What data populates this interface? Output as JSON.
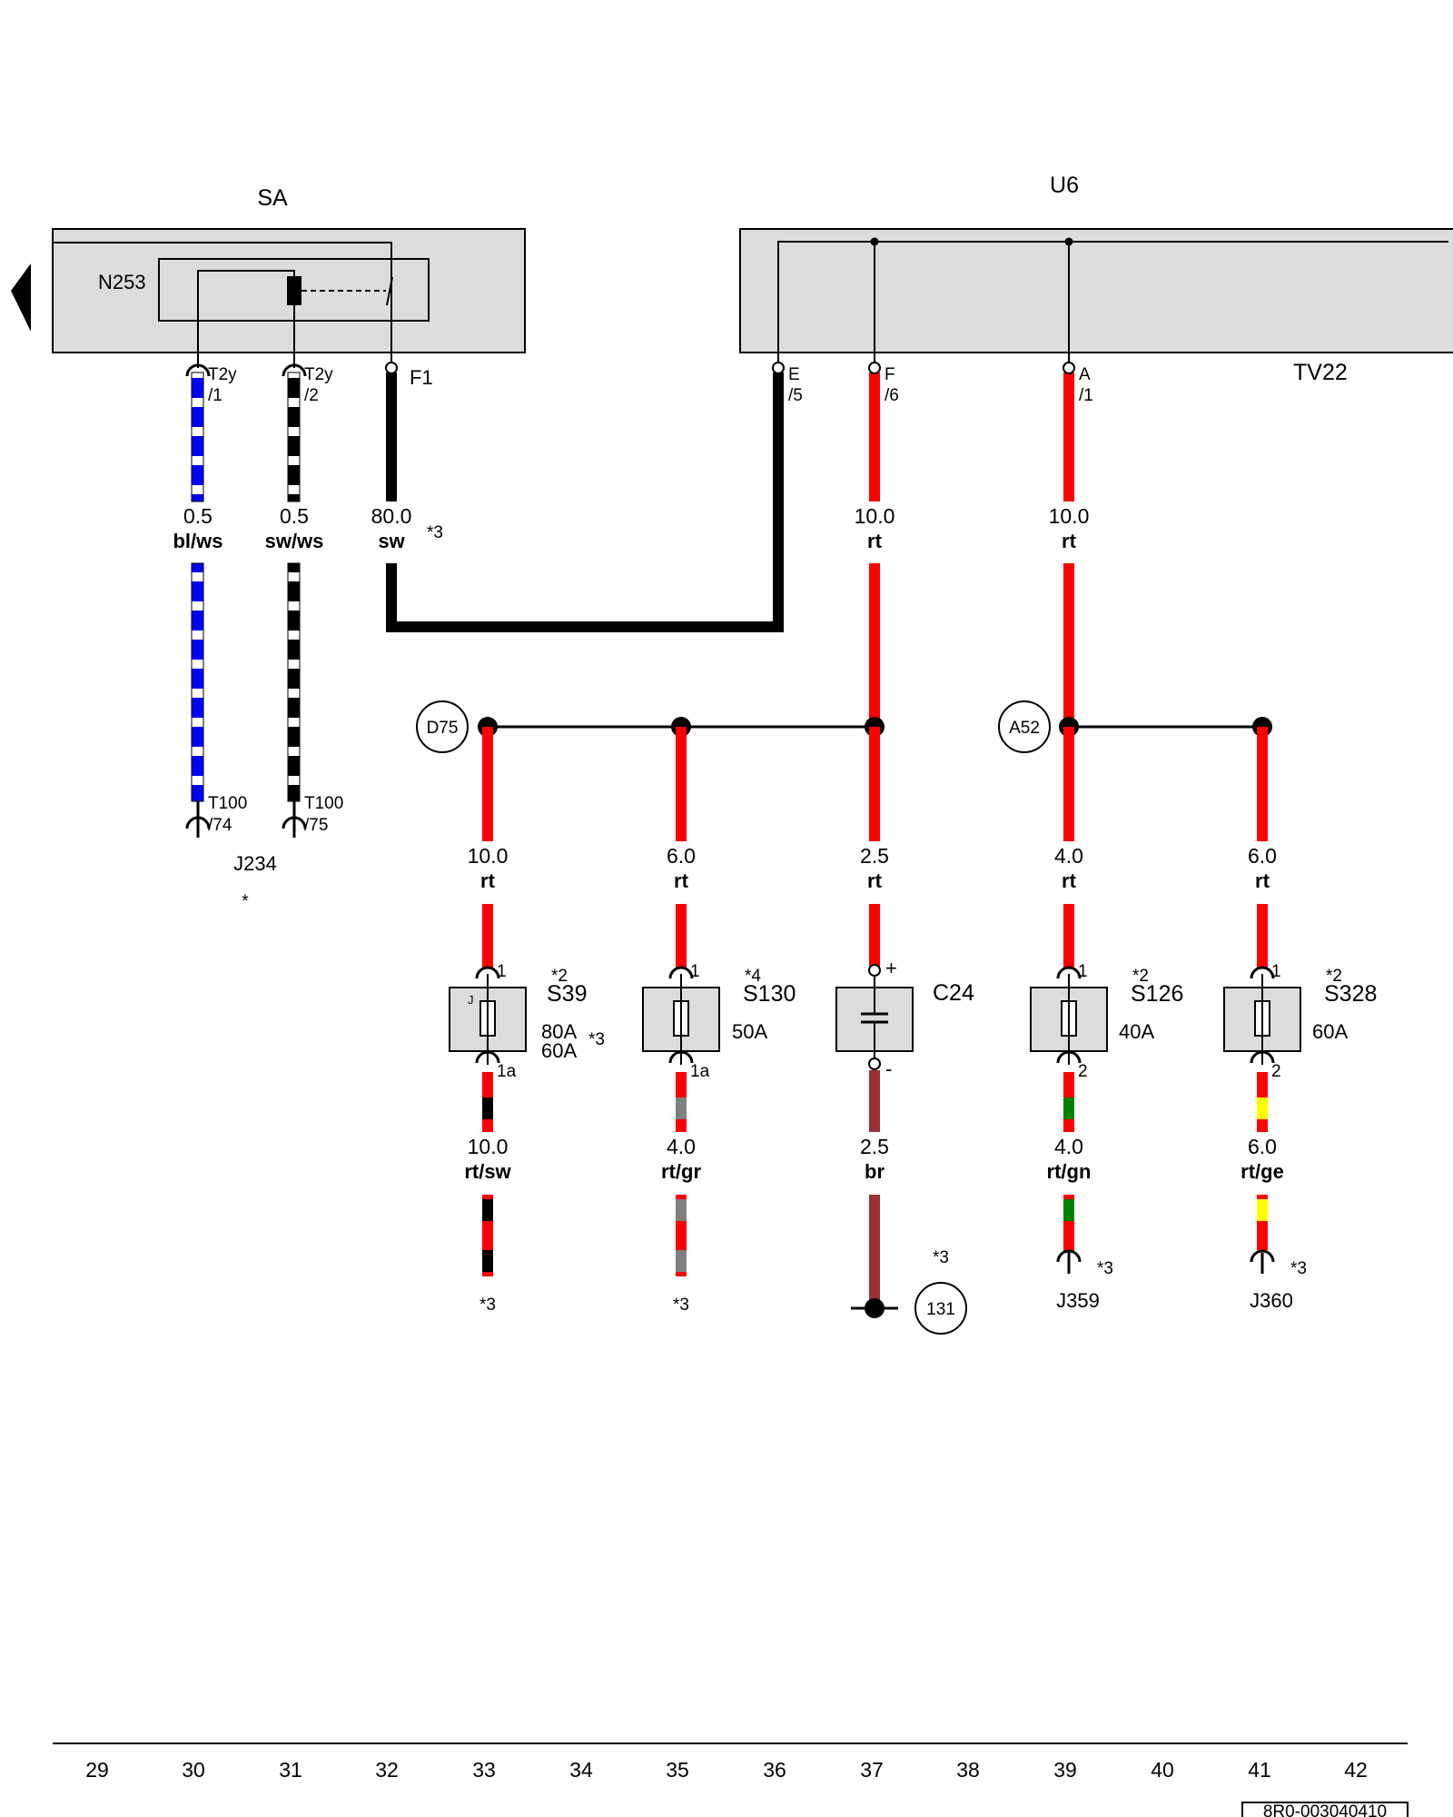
{
  "components": {
    "sa": "SA",
    "u6": "U6",
    "n253": "N253",
    "tv22": "TV22",
    "j234": "J234",
    "j234_note": "*",
    "c24": "C24",
    "j359": "J359",
    "j360": "J360",
    "d75": "D75",
    "a52": "A52",
    "g131": "131"
  },
  "pins": {
    "t2y_1": [
      "T2y",
      "/1"
    ],
    "t2y_2": [
      "T2y",
      "/2"
    ],
    "f1": "F1",
    "e5": [
      "E",
      "/5"
    ],
    "f6": [
      "F",
      "/6"
    ],
    "a1": [
      "A",
      "/1"
    ],
    "t100_74": [
      "T100",
      "/74"
    ],
    "t100_75": [
      "T100",
      "/75"
    ]
  },
  "wires": [
    {
      "id": "w1",
      "gauge": "0.5",
      "color": "bl/ws"
    },
    {
      "id": "w2",
      "gauge": "0.5",
      "color": "sw/ws"
    },
    {
      "id": "w3",
      "gauge": "80.0",
      "color": "sw",
      "note": "*3"
    },
    {
      "id": "w4",
      "gauge": "10.0",
      "color": "rt"
    },
    {
      "id": "w5",
      "gauge": "10.0",
      "color": "rt"
    },
    {
      "id": "w6",
      "gauge": "10.0",
      "color": "rt"
    },
    {
      "id": "w7",
      "gauge": "6.0",
      "color": "rt"
    },
    {
      "id": "w8",
      "gauge": "2.5",
      "color": "rt"
    },
    {
      "id": "w9",
      "gauge": "4.0",
      "color": "rt"
    },
    {
      "id": "w10",
      "gauge": "6.0",
      "color": "rt"
    },
    {
      "id": "w11",
      "gauge": "10.0",
      "color": "rt/sw"
    },
    {
      "id": "w12",
      "gauge": "4.0",
      "color": "rt/gr"
    },
    {
      "id": "w13",
      "gauge": "2.5",
      "color": "br"
    },
    {
      "id": "w14",
      "gauge": "4.0",
      "color": "rt/gn"
    },
    {
      "id": "w15",
      "gauge": "6.0",
      "color": "rt/ge"
    }
  ],
  "fuses": [
    {
      "id": "s39",
      "name": "S39",
      "note": "*2",
      "rating1": "80A",
      "rating2": "60A",
      "rating_note": "*3",
      "pin_in": "1",
      "pin_out": "1a",
      "box_mark": "J"
    },
    {
      "id": "s130",
      "name": "S130",
      "note": "*4",
      "rating1": "50A",
      "pin_in": "1",
      "pin_out": "1a"
    },
    {
      "id": "s126",
      "name": "S126",
      "note": "*2",
      "rating1": "40A",
      "pin_in": "1",
      "pin_out": "2"
    },
    {
      "id": "s328",
      "name": "S328",
      "note": "*2",
      "rating1": "60A",
      "pin_in": "1",
      "pin_out": "2"
    }
  ],
  "capacitor": {
    "plus": "+",
    "minus": "-"
  },
  "notes": {
    "n33": "*3",
    "n35": "*3",
    "n37": "*3",
    "n39": "*3",
    "n41": "*3"
  },
  "column_numbers": [
    "29",
    "30",
    "31",
    "32",
    "33",
    "34",
    "35",
    "36",
    "37",
    "38",
    "39",
    "40",
    "41",
    "42"
  ],
  "document_id": "8R0-003040410",
  "colors": {
    "red": "#ff0000",
    "blue": "#0000ff",
    "black": "#000000",
    "grey": "#808080",
    "brown": "#993333",
    "green": "#008000",
    "yellow": "#ffff00",
    "component_fill": "#dcdcdc"
  }
}
